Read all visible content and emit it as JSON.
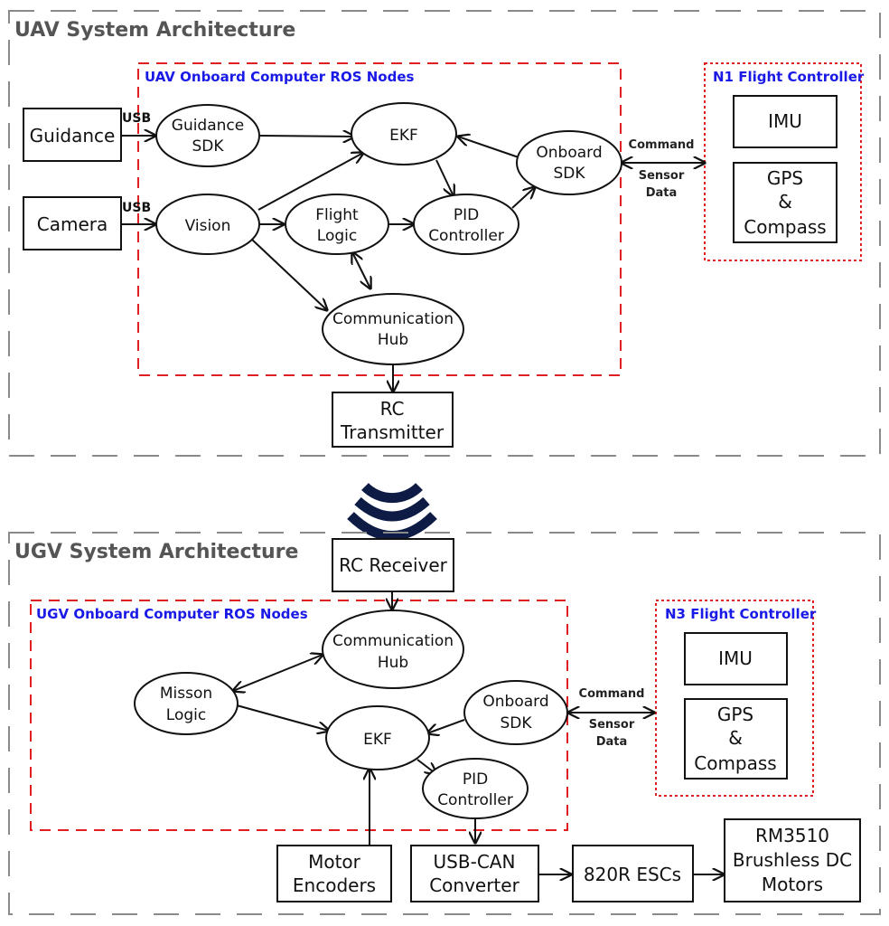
{
  "uav": {
    "title": "UAV System Architecture",
    "ros_group": "UAV Onboard Computer ROS Nodes",
    "fc_group": "N1 Flight Controller",
    "guidance": "Guidance",
    "camera": "Camera",
    "usb1": "USB",
    "usb2": "USB",
    "guidance_sdk": [
      "Guidance",
      "SDK"
    ],
    "vision": "Vision",
    "ekf": "EKF",
    "flight_logic": [
      "Flight",
      "Logic"
    ],
    "pid": [
      "PID",
      "Controller"
    ],
    "onboard_sdk": [
      "Onboard",
      "SDK"
    ],
    "comm_hub": [
      "Communication",
      "Hub"
    ],
    "rc_tx": [
      "RC",
      "Transmitter"
    ],
    "command": "Command",
    "sensor_data": [
      "Sensor",
      "Data"
    ],
    "imu": "IMU",
    "gps": [
      "GPS",
      "&",
      "Compass"
    ]
  },
  "ugv": {
    "title": "UGV System Architecture",
    "ros_group": "UGV Onboard Computer ROS Nodes",
    "fc_group": "N3 Flight Controller",
    "rc_rx": "RC Receiver",
    "comm_hub": [
      "Communication",
      "Hub"
    ],
    "mission_logic": [
      "Misson",
      "Logic"
    ],
    "ekf": "EKF",
    "onboard_sdk": [
      "Onboard",
      "SDK"
    ],
    "pid": [
      "PID",
      "Controller"
    ],
    "command": "Command",
    "sensor_data": [
      "Sensor",
      "Data"
    ],
    "imu": "IMU",
    "gps": [
      "GPS",
      "&",
      "Compass"
    ],
    "motor_enc": [
      "Motor",
      "Encoders"
    ],
    "usb_can": [
      "USB-CAN",
      "Converter"
    ],
    "escs": "820R ESCs",
    "motors": [
      "RM3510",
      "Brushless DC",
      "Motors"
    ]
  },
  "icons": {
    "wireless": "wireless-signal-icon"
  }
}
